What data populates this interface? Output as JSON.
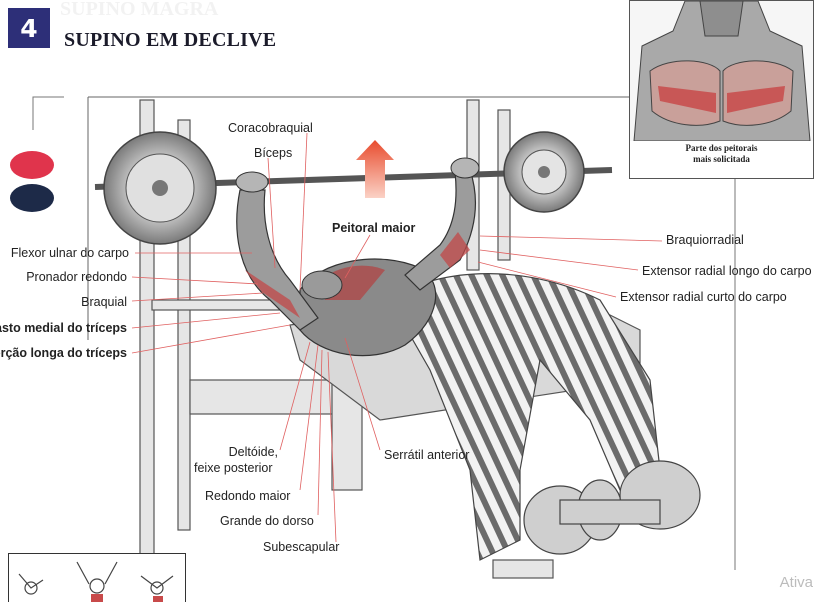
{
  "header": {
    "number": "4",
    "title": "SUPINO EM DECLIVE",
    "ghost_title": "SUPINO MAGRA"
  },
  "inset": {
    "caption_line1": "Parte dos peitorais",
    "caption_line2": "mais solicitada"
  },
  "legend_colors": {
    "active": "#e0344c",
    "secondary": "#1d2a48"
  },
  "arrow_color": "#e84c2e",
  "labels": {
    "coracobraquial": "Coracobraquial",
    "biceps": "Bíceps",
    "peitoral_maior": "Peitoral maior",
    "flexor_ulnar": "Flexor ulnar do carpo",
    "pronador": "Pronador redondo",
    "braquial": "Braquial",
    "vasto_medial": "asto medial do tríceps",
    "porcao_longa": "orção longa do tríceps",
    "deltoide_1": "Deltóide,",
    "deltoide_2": "feixe posterior",
    "redondo_maior": "Redondo maior",
    "grande_dorso": "Grande do dorso",
    "subescapular": "Subescapular",
    "serratil": "Serrátil anterior",
    "braquiorradial": "Braquiorradial",
    "ext_longo": "Extensor radial longo do carpo",
    "ext_curto": "Extensor radial curto do carpo"
  },
  "watermark": "Ativa"
}
